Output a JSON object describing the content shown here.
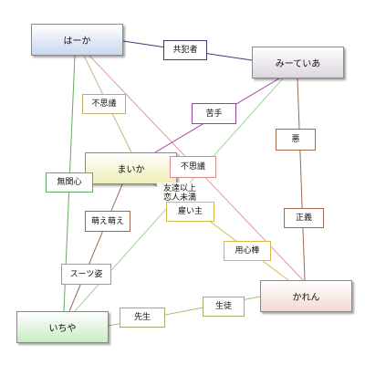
{
  "nodes": {
    "haaka": "はーか",
    "miteia": "みーていあ",
    "maika": "まいか",
    "karen": "かれん",
    "ichiya": "いちや"
  },
  "edge_labels": {
    "kyohansha": "共犯者",
    "fushigi1": "不思議",
    "nigate": "苦手",
    "aku": "悪",
    "fushigi2": "不思議",
    "mukanshin": "無関心",
    "tomodachi": "友達以上\n恋人未満",
    "yatoinushi": "雇い主",
    "seigi": "正義",
    "moemoe": "萌え萌え",
    "youjinbou": "用心棒",
    "suutsu": "スーツ姿",
    "seito": "生徒",
    "sensei": "先生"
  },
  "edge_colors": {
    "navy": "#3c3a78",
    "khaki": "#c6b97a",
    "purple": "#a23ea6",
    "brown": "#a0684c",
    "red": "#e09a9a",
    "green": "#62ae62",
    "lightgreen": "#9fd39a",
    "olive": "#b2b87a",
    "gold": "#d6ba4a",
    "tan": "#c0a07c"
  }
}
